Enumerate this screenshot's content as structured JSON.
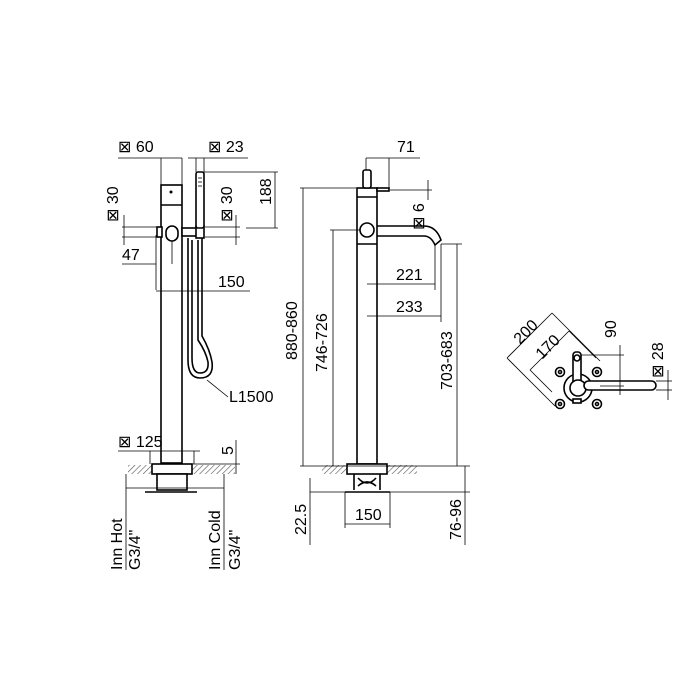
{
  "front_view": {
    "body_width": "⊠ 60",
    "handshower_width": "⊠ 23",
    "handshower_height": "188",
    "handle_size_left": "⊠ 30",
    "handle_size_right": "⊠ 30",
    "handle_offset": "47",
    "hose_offset": "150",
    "hose_length": "L1500",
    "base_size": "⊠ 125",
    "base_height": "5",
    "inlet_hot_label": "Inn Hot",
    "inlet_hot_thread": "G3/4\"",
    "inlet_cold_label": "Inn Cold",
    "inlet_cold_thread": "G3/4\""
  },
  "side_view": {
    "lever_offset": "71",
    "lever_size": "⊠ 6",
    "total_height": "880-860",
    "spout_axis_height": "746-726",
    "spout_outlet_height": "703-683",
    "spout_reach_inner": "221",
    "spout_reach_outer": "233",
    "below_floor": "22.5",
    "plate_width": "150",
    "install_depth": "76-96"
  },
  "top_view": {
    "flange_outer": "200",
    "flange_inner": "170",
    "handle_offset": "90",
    "spout_size": "⊠ 28"
  }
}
